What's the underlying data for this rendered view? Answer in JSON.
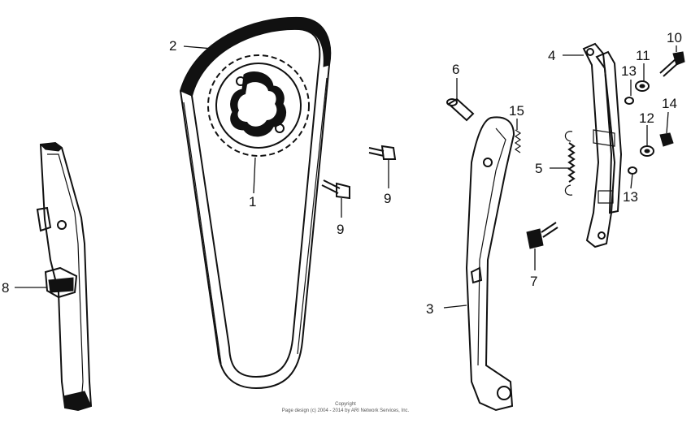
{
  "labels": {
    "p1": "1",
    "p2": "2",
    "p3": "3",
    "p4": "4",
    "p5": "5",
    "p6": "6",
    "p7": "7",
    "p8": "8",
    "p9a": "9",
    "p9b": "9",
    "p10": "10",
    "p11": "11",
    "p12": "12",
    "p13a": "13",
    "p13b": "13",
    "p14": "14",
    "p15": "15"
  },
  "copyright": {
    "line1": "Copyright",
    "line2": "Page design (c) 2004 - 2014 by ARI Network Services, Inc."
  }
}
